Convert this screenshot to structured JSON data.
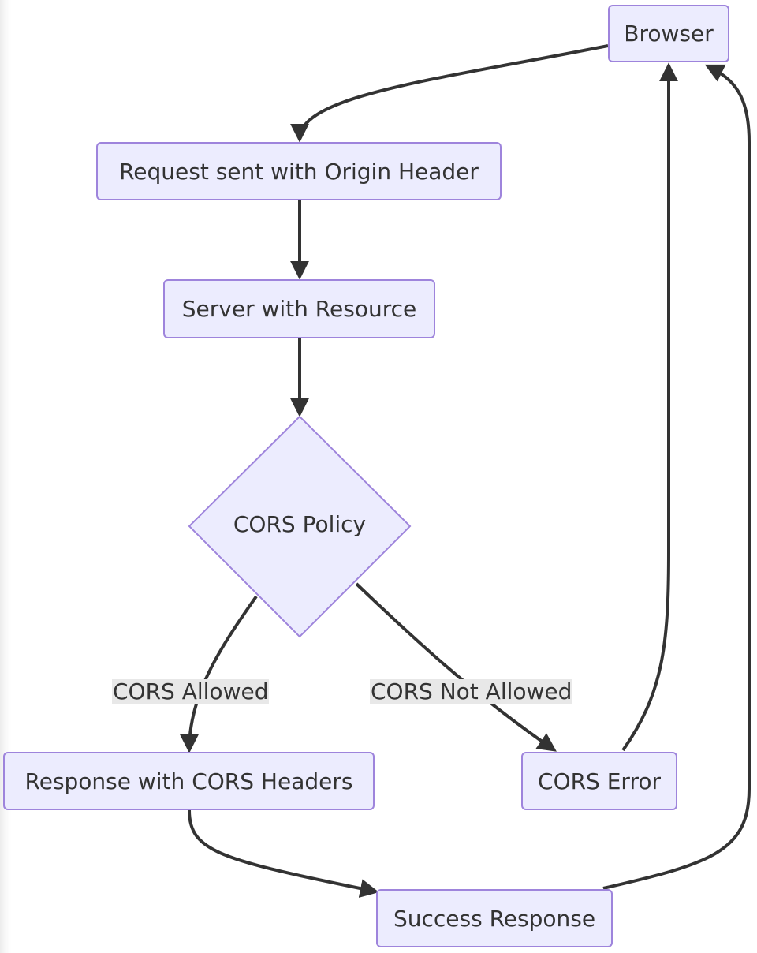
{
  "nodes": {
    "browser": "Browser",
    "request": "Request sent with Origin Header",
    "server": "Server with Resource",
    "policy": "CORS Policy",
    "response_headers": "Response with CORS Headers",
    "cors_error": "CORS Error",
    "success": "Success Response"
  },
  "edges": {
    "allowed": "CORS Allowed",
    "not_allowed": "CORS Not Allowed"
  },
  "colors": {
    "node_fill": "#ececfe",
    "node_border": "#9e84dc",
    "edge_stroke": "#333333",
    "edge_label_bg": "#e8e8e8"
  }
}
